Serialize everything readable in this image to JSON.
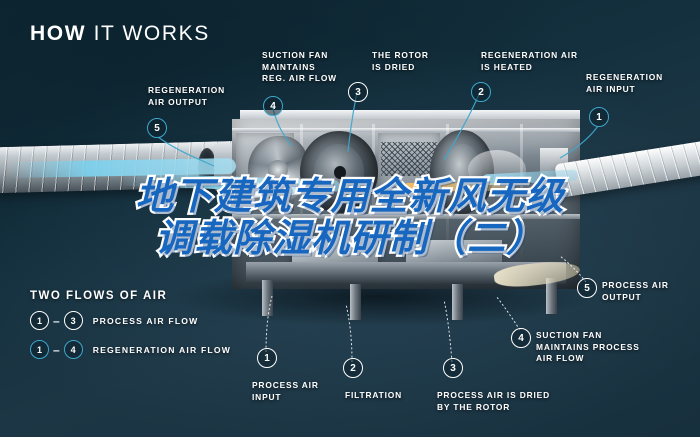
{
  "header": {
    "title_bold": "HOW",
    "title_rest": "IT WORKS"
  },
  "overlay": {
    "line1": "地下建筑专用全新风无级",
    "line2": "调载除湿机研制（二）",
    "color": "#1767c0",
    "outline": "#ffffff"
  },
  "colors": {
    "background": "#15303e",
    "accent_blue": "#3ea7cd",
    "text": "#ffffff",
    "metal_light": "#dfe4e8",
    "metal_dark": "#3d4952",
    "airflow_blue": "#7dd0ec",
    "airflow_warm": "#f7be60"
  },
  "callouts": [
    {
      "id": "regeneration-air-output",
      "marker": "5",
      "marker_style": "blue",
      "text": "REGENERATION\nAIR OUTPUT"
    },
    {
      "id": "suction-fan-reg",
      "marker": "4",
      "marker_style": "blue",
      "text": "SUCTION FAN\nMAINTAINS\nREG. AIR FLOW"
    },
    {
      "id": "rotor-is-dried",
      "marker": "3",
      "marker_style": "white",
      "text": "THE ROTOR\nIS DRIED"
    },
    {
      "id": "regeneration-air-heated",
      "marker": "2",
      "marker_style": "blue",
      "text": "REGENERATION AIR\nIS HEATED"
    },
    {
      "id": "regeneration-air-input",
      "marker": "1",
      "marker_style": "blue",
      "text": "REGENERATION\nAIR INPUT"
    },
    {
      "id": "process-air-input",
      "marker": "1",
      "marker_style": "white",
      "text": "PROCESS AIR\nINPUT"
    },
    {
      "id": "filtration",
      "marker": "2",
      "marker_style": "white",
      "text": "FILTRATION"
    },
    {
      "id": "process-air-dried",
      "marker": "3",
      "marker_style": "white",
      "text": "PROCESS AIR IS DRIED\nBY THE ROTOR"
    },
    {
      "id": "suction-fan-process",
      "marker": "4",
      "marker_style": "white",
      "text": "SUCTION FAN\nMAINTAINS PROCESS\nAIR FLOW"
    },
    {
      "id": "process-air-output",
      "marker": "5",
      "marker_style": "white",
      "text": "PROCESS AIR\nOUTPUT"
    }
  ],
  "legend": {
    "title": "TWO FLOWS OF AIR",
    "rows": [
      {
        "from": "1",
        "dash": "–",
        "to": "3",
        "style": "white",
        "label": "PROCESS AIR FLOW"
      },
      {
        "from": "1",
        "dash": "–",
        "to": "4",
        "style": "blue",
        "label": "REGENERATION AIR FLOW"
      }
    ]
  }
}
